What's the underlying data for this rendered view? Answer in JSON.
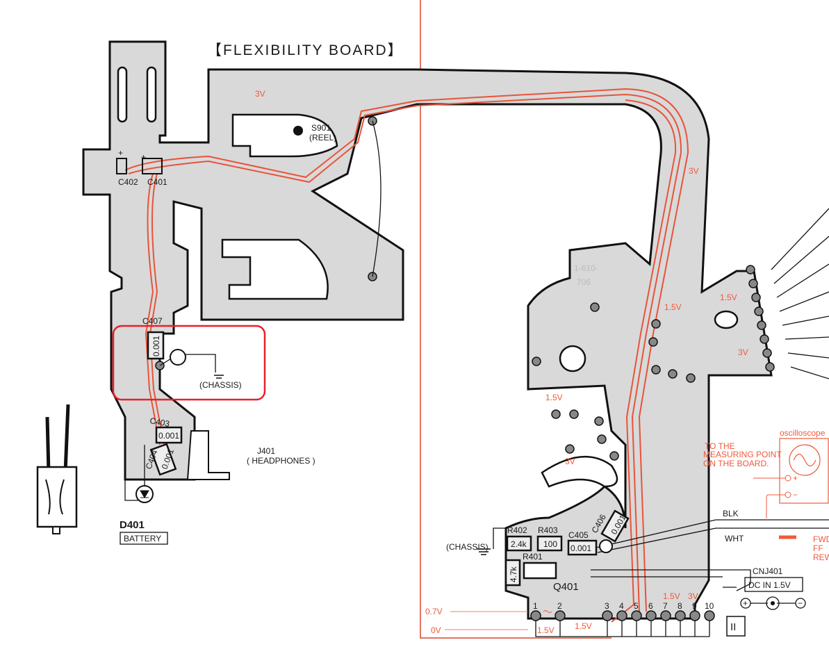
{
  "title": "【FLEXIBILITY BOARD】",
  "board_number": [
    "1-610-",
    "706"
  ],
  "colors": {
    "trace": "#e8533a",
    "board": "#d9d9d9",
    "highlight_box": "#e8202a",
    "ink": "#1a1a1a"
  },
  "components": {
    "s901": {
      "ref": "S901",
      "name": "(REEL)"
    },
    "c402": "C402",
    "c401": "C401",
    "c407": {
      "ref": "C407",
      "value": "0.001"
    },
    "c403": {
      "ref": "C403",
      "value": "0.001"
    },
    "c404": {
      "ref": "C404",
      "value": "0.001"
    },
    "j401": {
      "ref": "J401",
      "name": "( HEADPHONES )"
    },
    "d401": {
      "ref": "D401",
      "name": "BATTERY"
    },
    "r402": {
      "ref": "R402",
      "value": "2.4k"
    },
    "r403": {
      "ref": "R403",
      "value": "100"
    },
    "c405": {
      "ref": "C405",
      "value": "0.001"
    },
    "c406": {
      "ref": "C406",
      "value": "0.001"
    },
    "r401": {
      "ref": "R401",
      "value": "4.7k"
    },
    "q401": "Q401",
    "cnj401": {
      "ref": "CNJ401",
      "name": "DC IN 1.5V"
    }
  },
  "chassis_labels": [
    "(CHASSIS)",
    "(CHASSIS)"
  ],
  "voltages": [
    "3V",
    "3V",
    "1.5V",
    "1.5V",
    "3V",
    "1.5V",
    "3V",
    "1.5V",
    "1.5V",
    "1.5V",
    "3V",
    "0.7V",
    "0V"
  ],
  "connector_pins": [
    "1",
    "2",
    "3",
    "4",
    "5",
    "6",
    "7",
    "8",
    "9",
    "10"
  ],
  "measurement": {
    "note": [
      "TO THE",
      "MEASURING POINT",
      "ON THE BOARD."
    ],
    "instrument": "oscilloscope",
    "plus": "+",
    "minus": "−"
  },
  "wires": {
    "blk": "BLK",
    "wht": "WHT"
  },
  "modes": [
    "FWD",
    "FF",
    "REW"
  ],
  "polarity": {
    "plus": "+",
    "minus": "−"
  },
  "page_marker": "II",
  "cap_plus": [
    "+",
    "+"
  ]
}
